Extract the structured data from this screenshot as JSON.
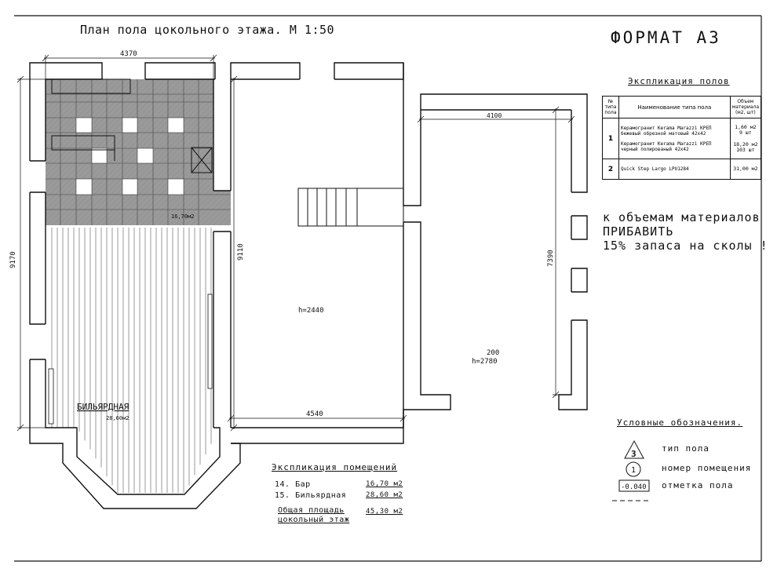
{
  "sheet_title": "План пола цокольного этажа. М 1:50",
  "format_label": "ФОРМАТ А3",
  "dimensions": {
    "d4370": "4370",
    "d9170": "9170",
    "d9110": "9110",
    "d4540": "4540",
    "d4100": "4100",
    "d7390": "7390"
  },
  "rooms": {
    "bar_area": "16,70м2",
    "billiard_name": "БИЛЬЯРДНАЯ",
    "billiard_area": "28,60м2",
    "stair_hall_height": "h=2440",
    "room200_number": "200",
    "room200_height": "h=2780"
  },
  "floor_explication": {
    "title": "Экспликация полов",
    "col_no": "№ типа пола",
    "col_name": "Наименование типа пола",
    "col_volume": "Объем материала (м2, шт)",
    "row1_no": "1",
    "row1_item1": "Керамогранит Kerama Marazzi КРЕП бежевый обрезной матовый 42х42",
    "row1_item1_vol_a": "1,60 м2",
    "row1_item1_vol_b": "9 шт",
    "row1_item2": "Керамогранит Kerama Marazzi КРЕП черный полированый 42х42",
    "row1_item2_vol_a": "18,20 м2",
    "row1_item2_vol_b": "103 шт",
    "row2_no": "2",
    "row2_item": "Quick Step Largo LPU1284",
    "row2_vol": "31,00 м2"
  },
  "note": {
    "line1": "к объемам материалов",
    "line2": "ПРИБАВИТЬ",
    "line3": "15% запаса на сколы !"
  },
  "room_explication": {
    "title": "Экспликация помещений",
    "r1_name": "14. Бар",
    "r1_area": "16,70 м2",
    "r2_name": "15. Бильярдная",
    "r2_area": "28,60 м2",
    "total_line1": "Общая площадь",
    "total_line2": "цокольный этаж",
    "total_area": "45,30 м2"
  },
  "legend": {
    "title": "Условные обозначения.",
    "floor_type_symbol": "3",
    "floor_type_label": "тип пола",
    "room_no_symbol": "1",
    "room_no_label": "номер помещения",
    "level_symbol": "-0.040",
    "level_label": "отметка пола"
  }
}
